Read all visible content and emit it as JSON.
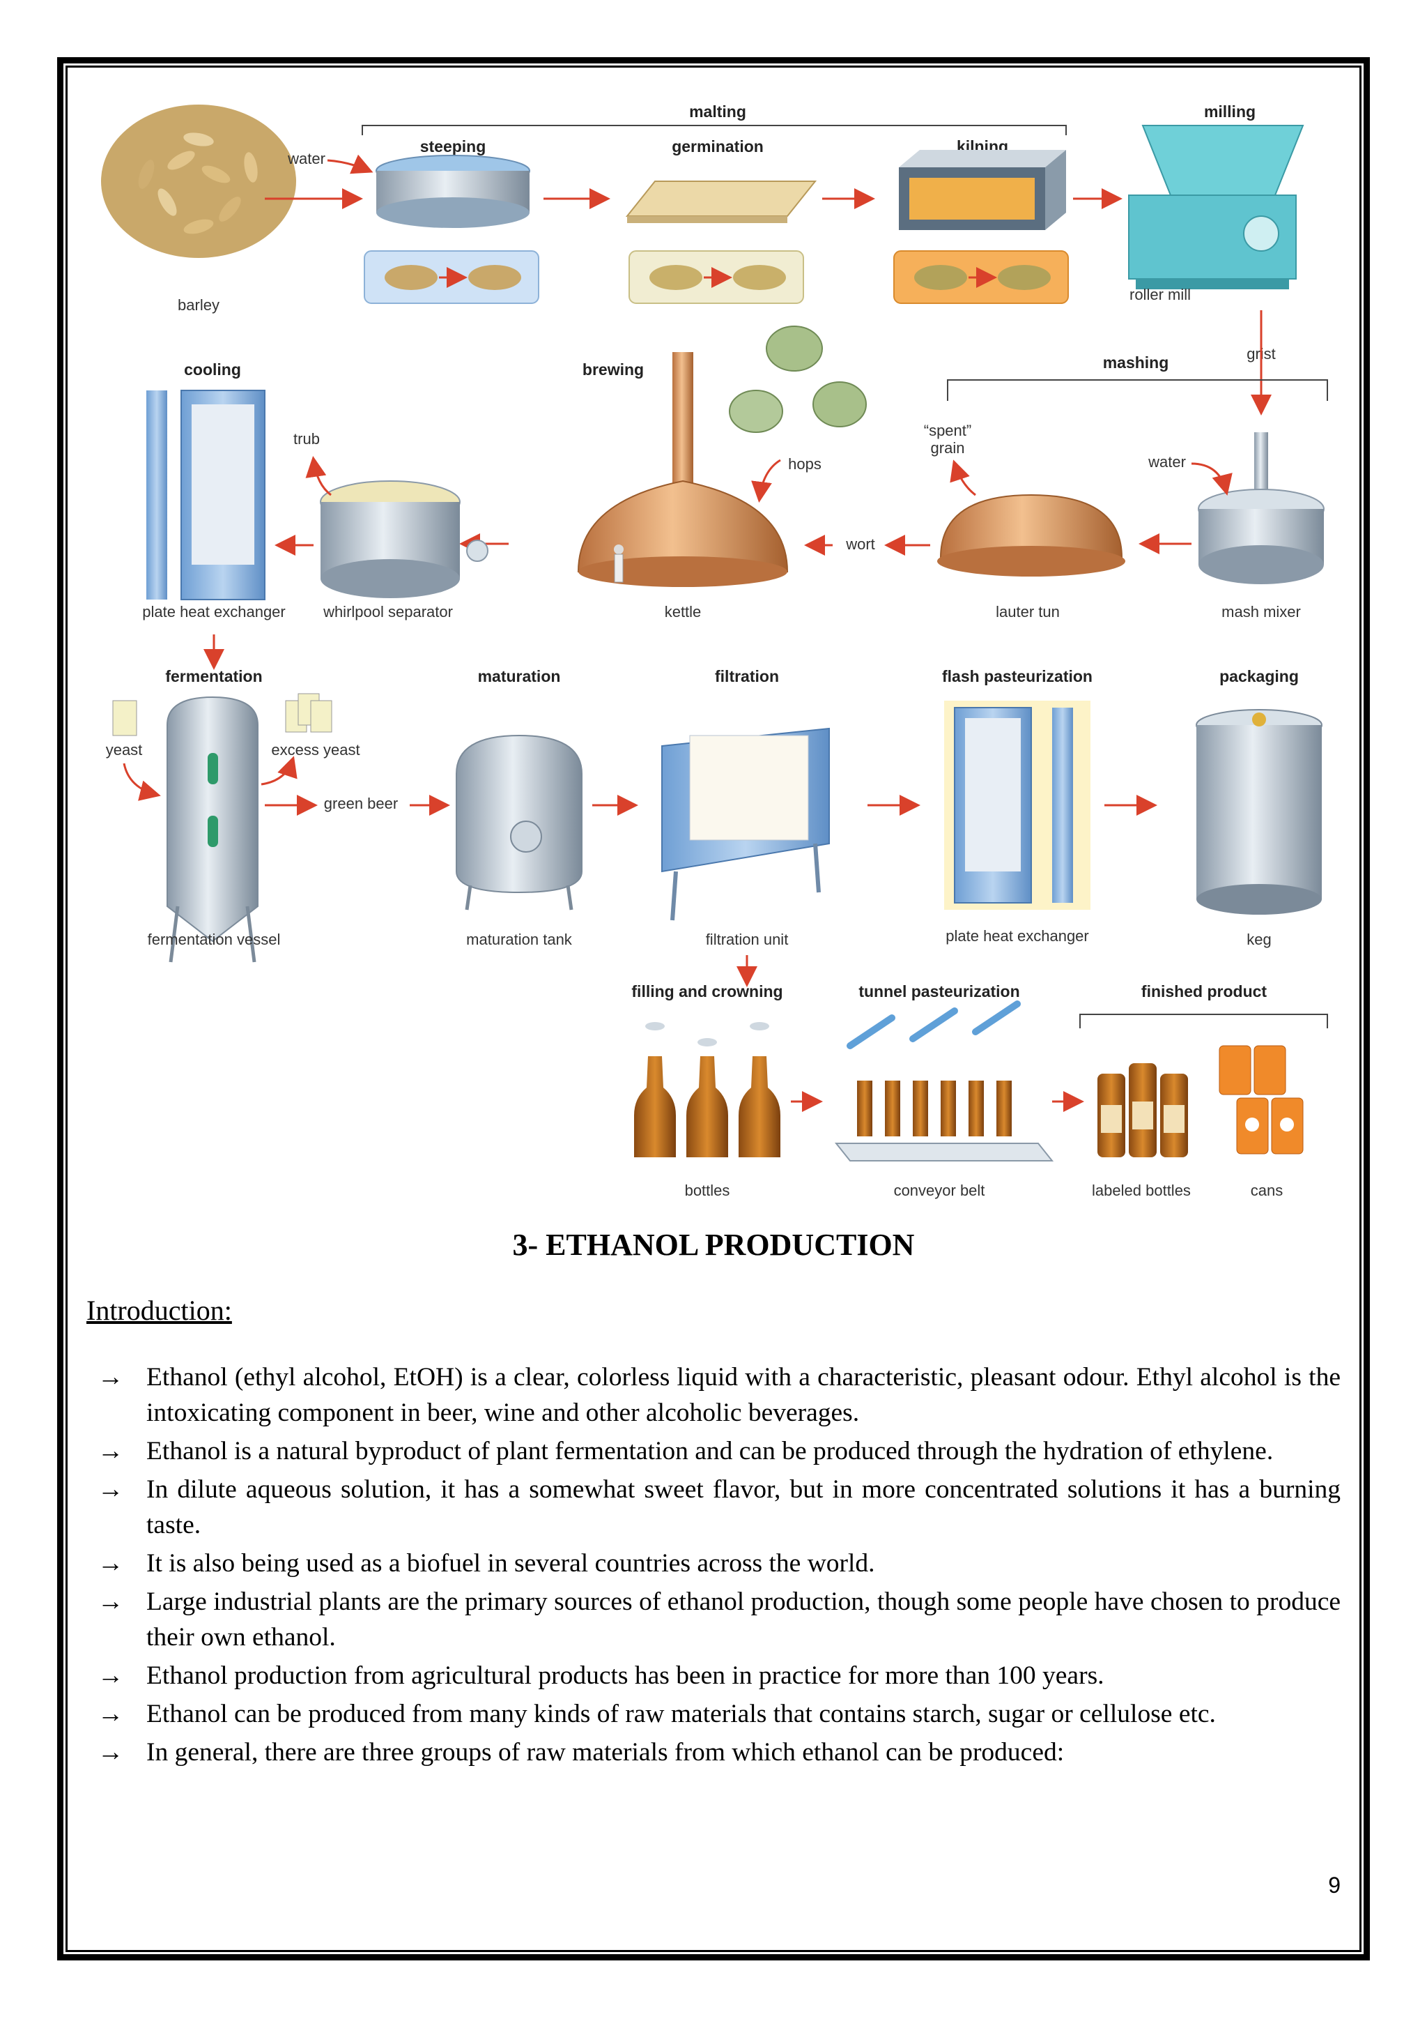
{
  "figure": {
    "headers": {
      "malting": "malting",
      "milling": "milling",
      "steeping": "steeping",
      "germination": "germination",
      "kilning": "kilning",
      "mashing": "mashing",
      "brewing": "brewing",
      "cooling": "cooling",
      "fermentation": "fermentation",
      "maturation": "maturation",
      "filtration": "filtration",
      "flash_pasteurization": "flash pasteurization",
      "packaging": "packaging",
      "filling_and_crowning": "filling and crowning",
      "tunnel_pasteurization": "tunnel pasteurization",
      "finished_product": "finished product"
    },
    "labels": {
      "barley": "barley",
      "water1": "water",
      "roller_mill": "roller mill",
      "grist": "grist",
      "spent_grain_1": "“spent”",
      "spent_grain_2": "grain",
      "hops": "hops",
      "water2": "water",
      "trub": "trub",
      "wort": "wort",
      "plate_heat_exchanger_1": "plate heat exchanger",
      "whirlpool_separator": "whirlpool separator",
      "kettle": "kettle",
      "lauter_tun": "lauter tun",
      "mash_mixer": "mash mixer",
      "yeast": "yeast",
      "excess_yeast": "excess yeast",
      "green_beer": "green beer",
      "fermentation_vessel": "fermentation vessel",
      "maturation_tank": "maturation tank",
      "filtration_unit": "filtration unit",
      "plate_heat_exchanger_2": "plate heat exchanger",
      "keg": "keg",
      "bottles": "bottles",
      "conveyor_belt": "conveyor belt",
      "labeled_bottles": "labeled bottles",
      "cans": "cans"
    }
  },
  "title": "3- ETHANOL PRODUCTION",
  "intro_heading": "Introduction:",
  "bullet_symbol": "→",
  "bullets": [
    "Ethanol (ethyl alcohol, EtOH) is a clear, colorless liquid with a characteristic, pleasant odour. Ethyl alcohol is the intoxicating component in beer, wine and other alcoholic beverages.",
    "Ethanol is a natural byproduct of plant fermentation and can be produced through the hydration of ethylene.",
    "In dilute aqueous solution, it has a somewhat sweet flavor, but in more concentrated solutions it has a burning taste.",
    "It is also being used as a biofuel in several countries across the world.",
    "Large industrial plants are the primary sources of ethanol production, though some people have chosen to produce their own ethanol.",
    "Ethanol production from agricultural products has been in practice for more than 100 years.",
    "Ethanol can be produced from many kinds of raw materials that contains starch, sugar or cellulose etc.",
    "In general, there are three groups of raw materials from which ethanol can be produced:"
  ],
  "page_number": "9"
}
